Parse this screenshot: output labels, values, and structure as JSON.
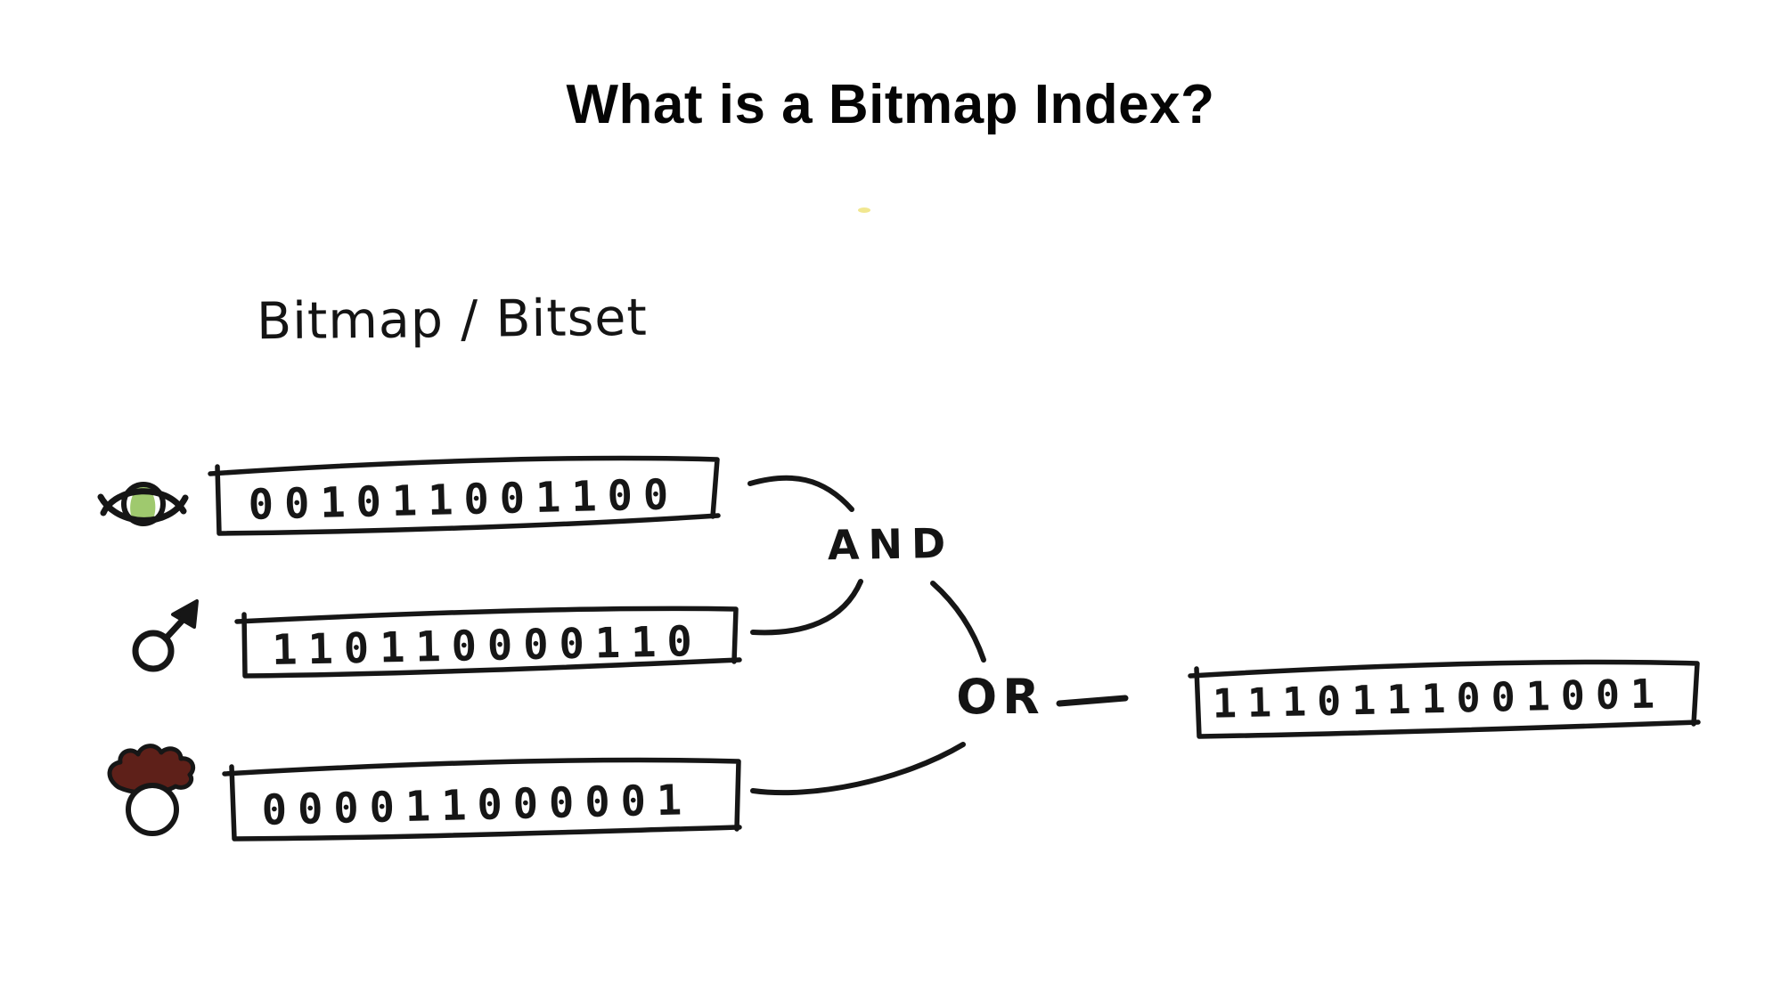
{
  "title": "What is a Bitmap Index?",
  "diagram": {
    "label": "Bitmap / Bitset",
    "rows": [
      {
        "icon": "eye-icon",
        "bits": "001011001100"
      },
      {
        "icon": "male-icon",
        "bits": "110110000110"
      },
      {
        "icon": "person-curly-hair-icon",
        "bits": "000011000001"
      }
    ],
    "operators": {
      "and": "AND",
      "or": "OR"
    },
    "result_bits": "1110111001001",
    "colors": {
      "ink": "#161616",
      "eye_iris_green": "#9fc96e",
      "hair_brown": "#5e2019",
      "smudge_yellow": "#efe37c"
    }
  }
}
